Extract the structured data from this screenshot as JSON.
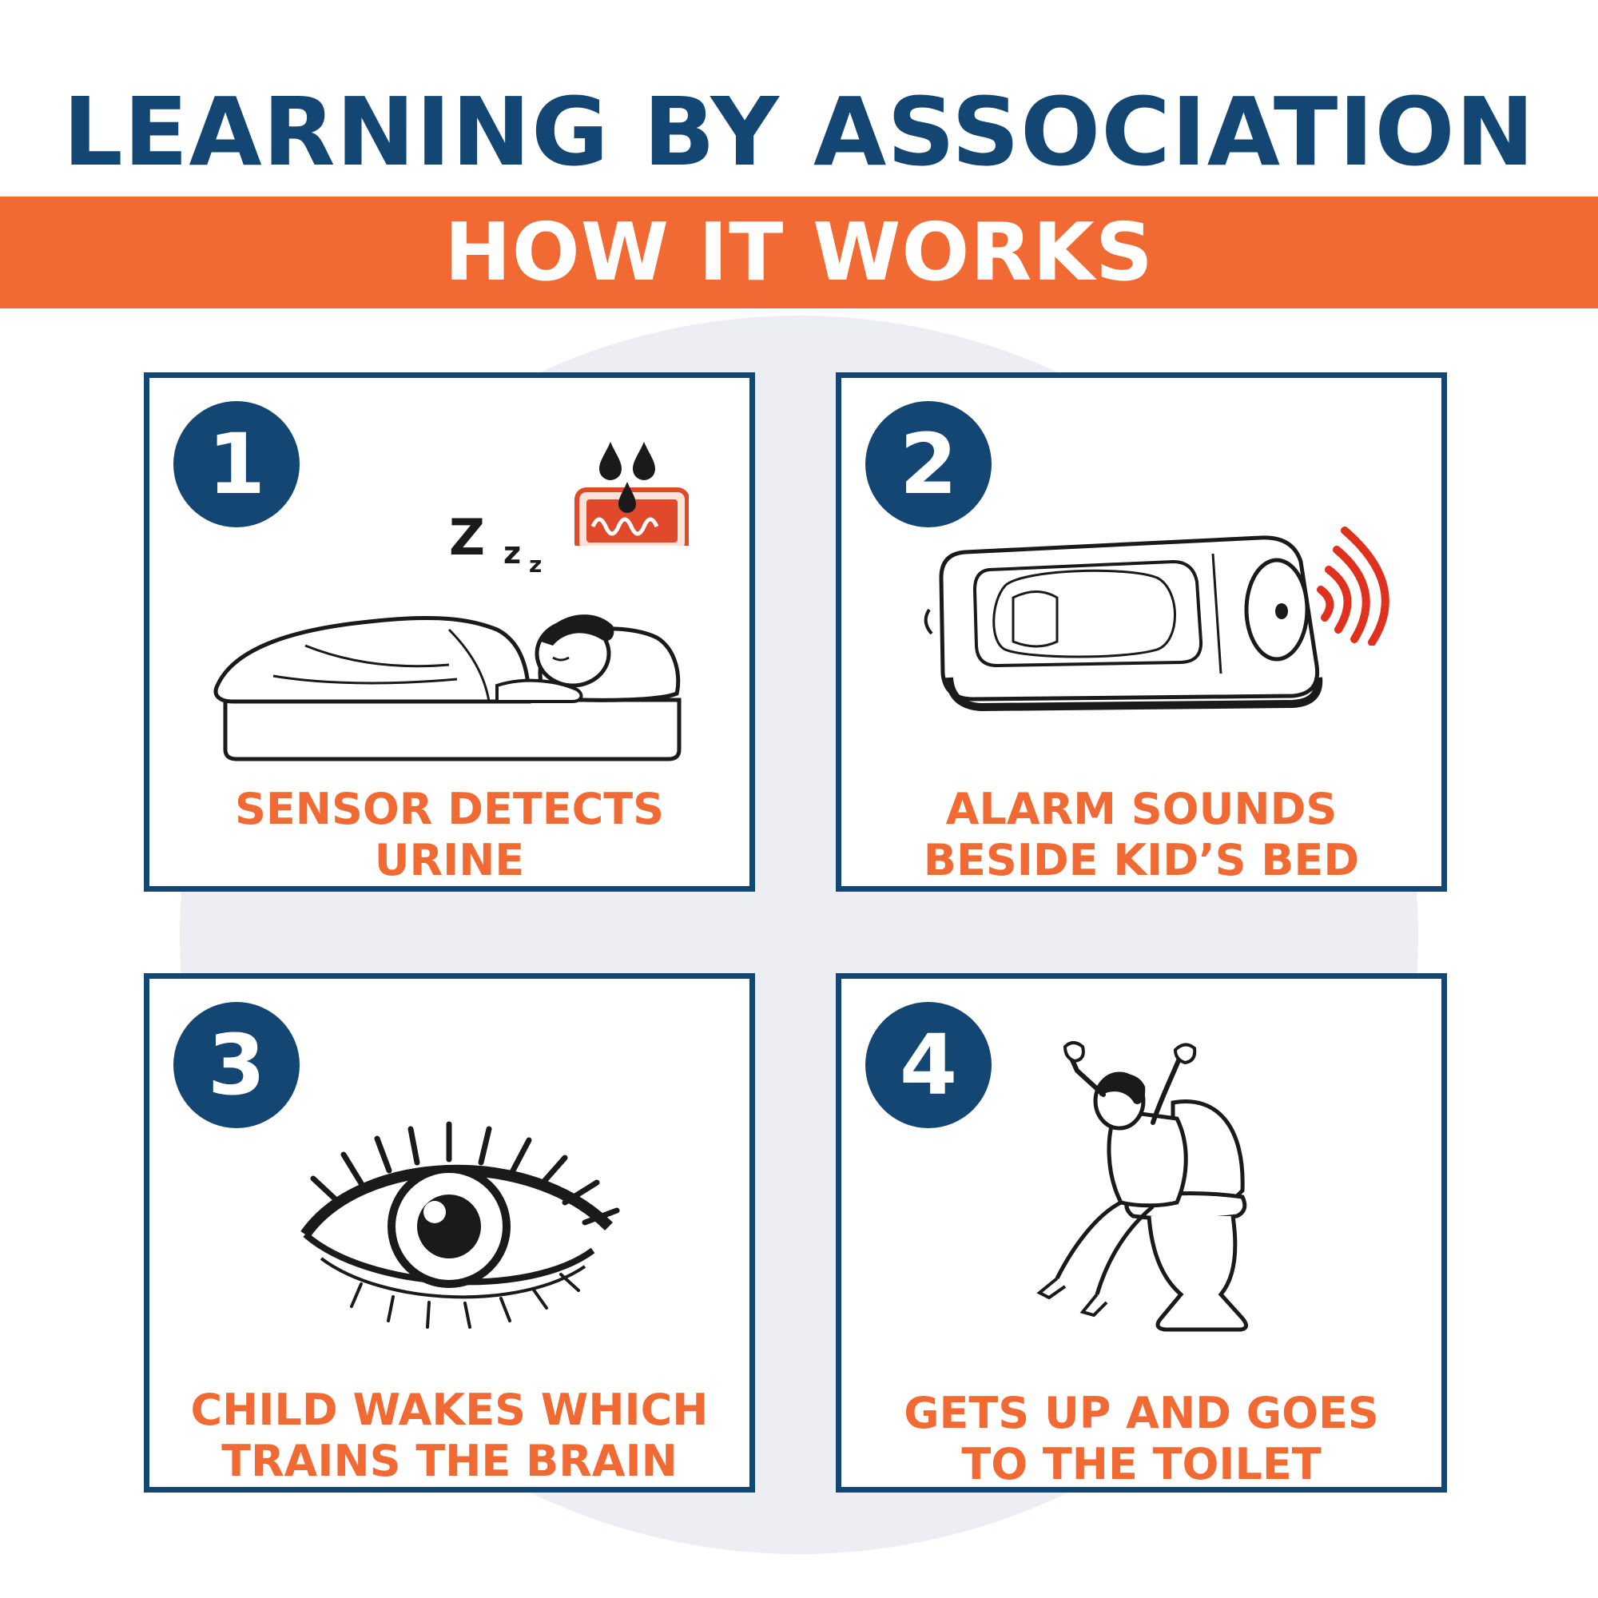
{
  "title": "LEARNING BY ASSOCIATION",
  "banner": "HOW IT WORKS",
  "steps": [
    {
      "number": "1",
      "line1": "SENSOR DETECTS",
      "line2": "URINE",
      "icon": "sleeping-child-icon"
    },
    {
      "number": "2",
      "line1": "ALARM SOUNDS",
      "line2": "BESIDE KID’S BED",
      "icon": "alarm-device-icon"
    },
    {
      "number": "3",
      "line1": "CHILD WAKES WHICH",
      "line2": "TRAINS THE BRAIN",
      "icon": "eye-icon"
    },
    {
      "number": "4",
      "line1": "GETS UP AND GOES",
      "line2": "TO THE TOILET",
      "icon": "child-on-toilet-icon"
    }
  ],
  "sleep_letters": [
    "Z",
    "z",
    "z"
  ],
  "colors": {
    "navy": "#134672",
    "orange": "#f26a33",
    "alarm_red": "#e0301e",
    "background_circle": "#eceef4"
  }
}
